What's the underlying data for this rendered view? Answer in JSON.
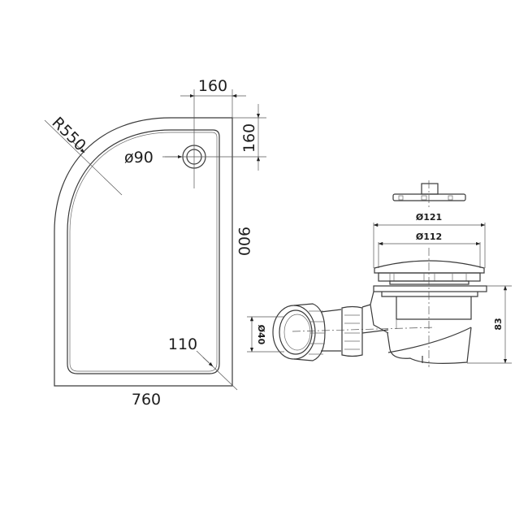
{
  "drawing": {
    "tray": {
      "width_label": "760",
      "depth_label": "900",
      "radius_label": "R550",
      "waste_diameter_label": "ø90",
      "waste_offset_x_label": "160",
      "waste_offset_y_label": "160",
      "corner_radius_label": "110"
    },
    "waste_trap": {
      "grate_diameter_label": "Ø121",
      "body_diameter_label": "Ø112",
      "outlet_diameter_label": "Ø40",
      "height_label": "83"
    }
  },
  "colors": {
    "line": "#3a3a3a",
    "background": "#ffffff"
  }
}
